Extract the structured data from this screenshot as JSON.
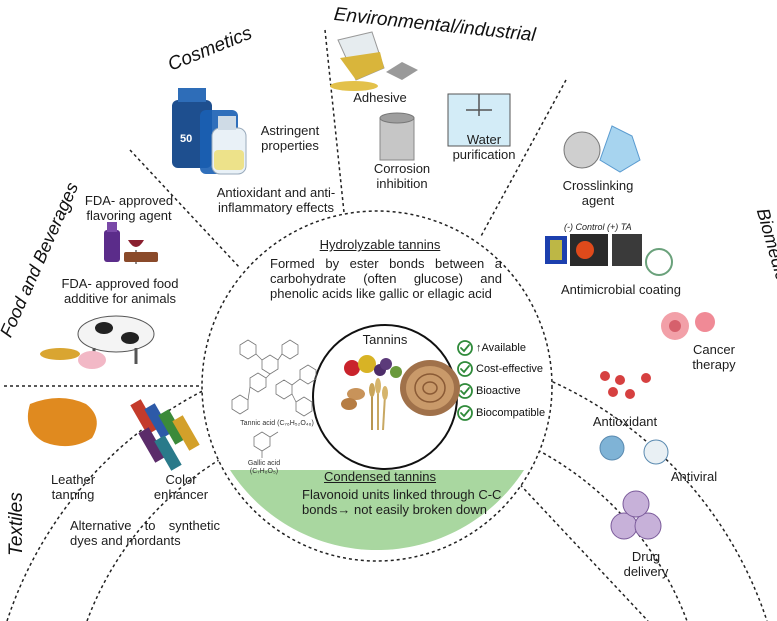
{
  "sections": {
    "food": "Food and Beverages",
    "cosmetics": "Cosmetics",
    "environmental": "Environmental/industrial",
    "biomedical": "Biomedical applications",
    "textiles": "Textiles"
  },
  "food": {
    "flavoring": "FDA- approved flavoring agent",
    "additive": "FDA- approved food additive for animals"
  },
  "cosmetics": {
    "astringent": "Astringent properties",
    "antioxidant": "Antioxidant and anti-inflammatory effects",
    "bottle_label": "50"
  },
  "environmental": {
    "adhesive": "Adhesive",
    "corrosion": "Corrosion inhibition",
    "water": "Water purification"
  },
  "biomedical": {
    "crosslinking": "Crosslinking agent",
    "control_label": "(-) Control  (+) TA",
    "antimicrobial": "Antimicrobial coating",
    "cancer": "Cancer therapy",
    "antioxidant": "Antioxidant",
    "antiviral": "Antiviral",
    "drug": "Drug delivery"
  },
  "textiles": {
    "leather": "Leather tanning",
    "color": "Color enhancer",
    "alternative": "Alternative to synthetic dyes and mordants"
  },
  "center": {
    "hydro_title": "Hydrolyzable tannins",
    "hydro_desc": "Formed by ester bonds between a carbohydrate (often glucose) and phenolic acids like gallic or ellagic acid",
    "tannins": "Tannins",
    "tannic_acid": "Tannic acid (C₇₆H₅₂O₄₆)",
    "gallic_acid": "Gallic acid (C₇H₆O₅)",
    "checks": [
      "↑Available",
      "Cost-effective",
      "Bioactive",
      "Biocompatible"
    ],
    "condensed_title": "Condensed tannins",
    "condensed_desc": "Flavonoid units linked through C-C bonds→ not easily broken down"
  },
  "colors": {
    "condensed_fill": "#a9d7a0",
    "check_green": "#2f8a3a",
    "section_line": "#222222"
  }
}
